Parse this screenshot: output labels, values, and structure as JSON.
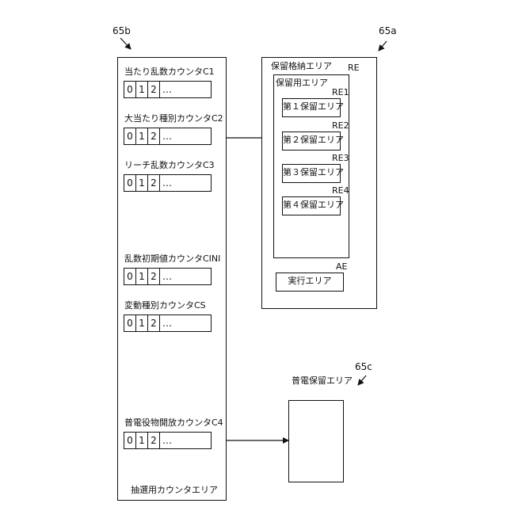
{
  "refs": {
    "ref_65b": "65b",
    "ref_65a": "65a",
    "ref_65c": "65c"
  },
  "counter_area": {
    "footer": "抽選用カウンタエリア",
    "counters": [
      {
        "label": "当たり乱数カウンタC1",
        "cells": [
          "0",
          "1",
          "2"
        ],
        "more": "…"
      },
      {
        "label": "大当たり種別カウンタC2",
        "cells": [
          "0",
          "1",
          "2"
        ],
        "more": "…"
      },
      {
        "label": "リーチ乱数カウンタC3",
        "cells": [
          "0",
          "1",
          "2"
        ],
        "more": "…"
      },
      {
        "label": "乱数初期値カウンタCINI",
        "cells": [
          "0",
          "1",
          "2"
        ],
        "more": "…"
      },
      {
        "label": "変動種別カウンタCS",
        "cells": [
          "0",
          "1",
          "2"
        ],
        "more": "…"
      },
      {
        "label": "普電役物開放カウンタC4",
        "cells": [
          "0",
          "1",
          "2"
        ],
        "more": "…"
      }
    ]
  },
  "hold_storage": {
    "title": "保留格納エリア",
    "re_tag": "RE",
    "hold_area_title": "保留用エリア",
    "holds": [
      {
        "tag": "RE1",
        "label": "第１保留エリア"
      },
      {
        "tag": "RE2",
        "label": "第２保留エリア"
      },
      {
        "tag": "RE3",
        "label": "第３保留エリア"
      },
      {
        "tag": "RE4",
        "label": "第４保留エリア"
      }
    ],
    "exec_tag": "AE",
    "exec_label": "実行エリア"
  },
  "futsuden": {
    "title": "普電保留エリア"
  }
}
